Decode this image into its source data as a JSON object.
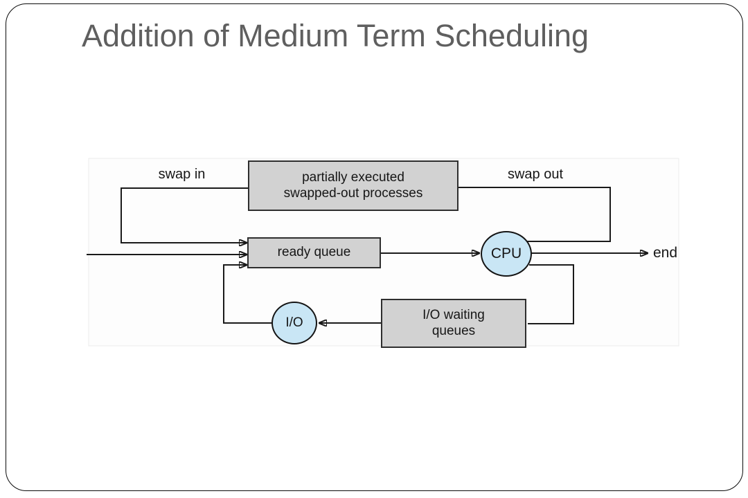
{
  "slide": {
    "title": "Addition of Medium Term Scheduling"
  },
  "diagram": {
    "nodes": {
      "swapped": {
        "line1": "partially executed",
        "line2": "swapped-out processes"
      },
      "ready": {
        "label": "ready queue"
      },
      "cpu": {
        "label": "CPU"
      },
      "io": {
        "label": "I/O"
      },
      "io_queues": {
        "line1": "I/O waiting",
        "line2": "queues"
      }
    },
    "labels": {
      "swap_in": "swap in",
      "swap_out": "swap out",
      "end": "end"
    },
    "edges": [
      {
        "from": "entry",
        "to": "ready queue",
        "label": ""
      },
      {
        "from": "swapped-out processes",
        "to": "ready queue",
        "label": "swap in"
      },
      {
        "from": "ready queue",
        "to": "CPU",
        "label": ""
      },
      {
        "from": "CPU",
        "to": "swapped-out processes",
        "label": "swap out"
      },
      {
        "from": "CPU",
        "to": "end",
        "label": ""
      },
      {
        "from": "CPU",
        "to": "I/O waiting queues",
        "label": ""
      },
      {
        "from": "I/O waiting queues",
        "to": "I/O",
        "label": ""
      },
      {
        "from": "I/O",
        "to": "ready queue",
        "label": ""
      }
    ]
  },
  "colors": {
    "title": "#5f5f5f",
    "box_fill": "#d2d2d2",
    "box_border": "#2e2e2e",
    "circle_fill": "#c9e6f5",
    "line": "#1a1a1a",
    "text": "#161616"
  }
}
